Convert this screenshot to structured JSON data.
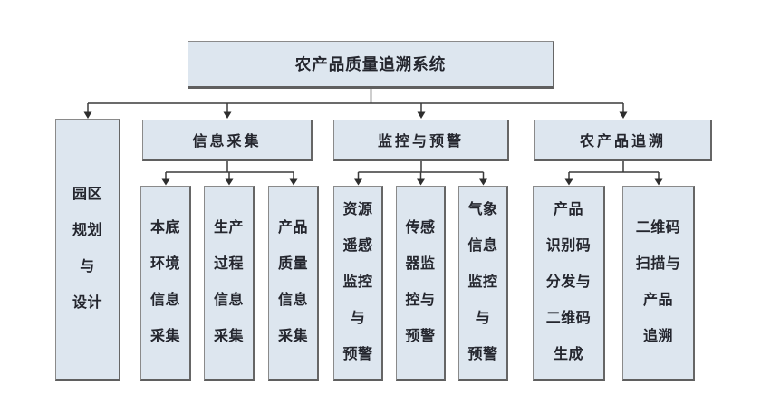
{
  "colors": {
    "box_fill": "#dde6ef",
    "box_border": "#8a8a8a",
    "box_shadow_edge": "#5f5f5f",
    "connector_line": "#3a3a3a",
    "text": "#24262e",
    "background": "#ffffff"
  },
  "chart": {
    "type": "org-hierarchy",
    "root": {
      "label": "农产品质量追溯系统"
    },
    "branches": [
      {
        "id": "park-planning",
        "label": "园区\n规划\n与\n设计",
        "children": []
      },
      {
        "id": "info-collection",
        "label": "信息采集",
        "children": [
          {
            "label": "本底\n环境\n信息\n采集"
          },
          {
            "label": "生产\n过程\n信息\n采集"
          },
          {
            "label": "产品\n质量\n信息\n采集"
          }
        ]
      },
      {
        "id": "monitoring-warning",
        "label": "监控与预警",
        "children": [
          {
            "label": "资源\n遥感\n监控\n与\n预警"
          },
          {
            "label": "传感\n器监\n控与\n预警"
          },
          {
            "label": "气象\n信息\n监控\n与\n预警"
          }
        ]
      },
      {
        "id": "product-tracing",
        "label": "农产品追溯",
        "children": [
          {
            "label": "产品\n识别码\n分发与\n二维码\n生成"
          },
          {
            "label": "二维码\n扫描与\n产品\n追溯"
          }
        ]
      }
    ]
  }
}
